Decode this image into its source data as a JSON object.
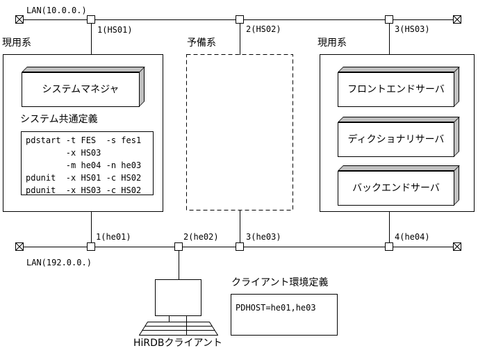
{
  "top_lan": {
    "label": "LAN(10.0.0.)",
    "node_labels": [
      "1(HS01)",
      "2(HS02)",
      "3(HS03)"
    ]
  },
  "bottom_lan": {
    "label": "LAN(192.0.0.)",
    "node_labels": [
      "1(he01)",
      "2(he02)",
      "3(he03)",
      "4(he04)"
    ]
  },
  "left_system": {
    "title": "現用系",
    "server_label": "システムマネジャ",
    "definition_title": "システム共通定義",
    "definition_code": "pdstart -t FES  -s fes1\n        -x HS03\n        -m he04 -n he03\npdunit  -x HS01 -c HS02\npdunit  -x HS03 -c HS02"
  },
  "standby_system": {
    "title": "予備系"
  },
  "right_system": {
    "title": "現用系",
    "server_labels": [
      "フロントエンドサーバ",
      "ディクショナリサーバ",
      "バックエンドサーバ"
    ]
  },
  "client": {
    "device_label": "HiRDBクライアント",
    "definition_title": "クライアント環境定義",
    "definition_code": "PDHOST=he01,he03"
  },
  "icons": {
    "lan_terminator": "boxed-x",
    "lan_node": "connector-square",
    "client_device": "desktop-monitor-keyboard"
  },
  "colors": {
    "line": "#000000",
    "surface_gray": "#c0c0c0",
    "background": "#ffffff"
  }
}
